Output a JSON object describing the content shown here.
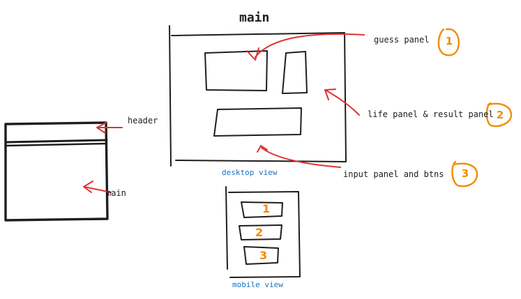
{
  "diagram": {
    "title": "main",
    "small_wireframe": {
      "header_label": "header",
      "main_label": "main"
    },
    "desktop": {
      "caption": "desktop view",
      "annotations": [
        {
          "label": "guess panel",
          "badge": "1"
        },
        {
          "label": "life panel & result panel",
          "badge": "2"
        },
        {
          "label": "input panel and btns",
          "badge": "3"
        }
      ]
    },
    "mobile": {
      "caption": "mobile view",
      "slots": [
        "1",
        "2",
        "3"
      ]
    },
    "colors": {
      "stroke": "#1e1e1e",
      "arrow": "#e03131",
      "badge": "#f08c00",
      "caption": "#1971c2"
    }
  }
}
